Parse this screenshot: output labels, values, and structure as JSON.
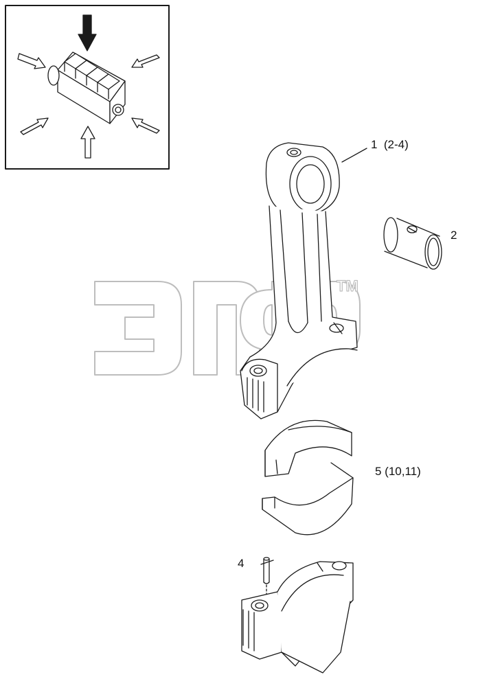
{
  "diagram": {
    "callouts": {
      "rod": "1  (2-4)",
      "bushing": "2",
      "shells": "5 (10,11)",
      "pin": "4"
    },
    "watermark_tm": "TM",
    "colors": {
      "line": "#1a1a1a",
      "watermark": "#bdbdbd",
      "background": "#ffffff"
    }
  }
}
